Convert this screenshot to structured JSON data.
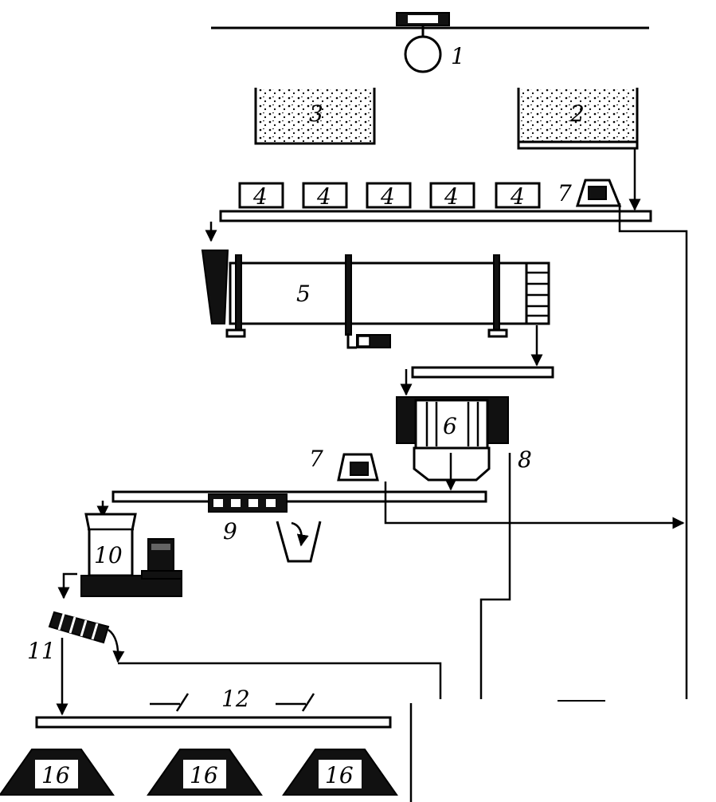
{
  "labels": {
    "n1": "1",
    "n2": "2",
    "n3": "3",
    "n4": "4",
    "n5": "5",
    "n6": "6",
    "n7": "7",
    "n8": "8",
    "n9": "9",
    "n10": "10",
    "n11": "11",
    "n12": "12",
    "n16": "16"
  },
  "colors": {
    "ink": "#000000",
    "background": "#ffffff"
  }
}
